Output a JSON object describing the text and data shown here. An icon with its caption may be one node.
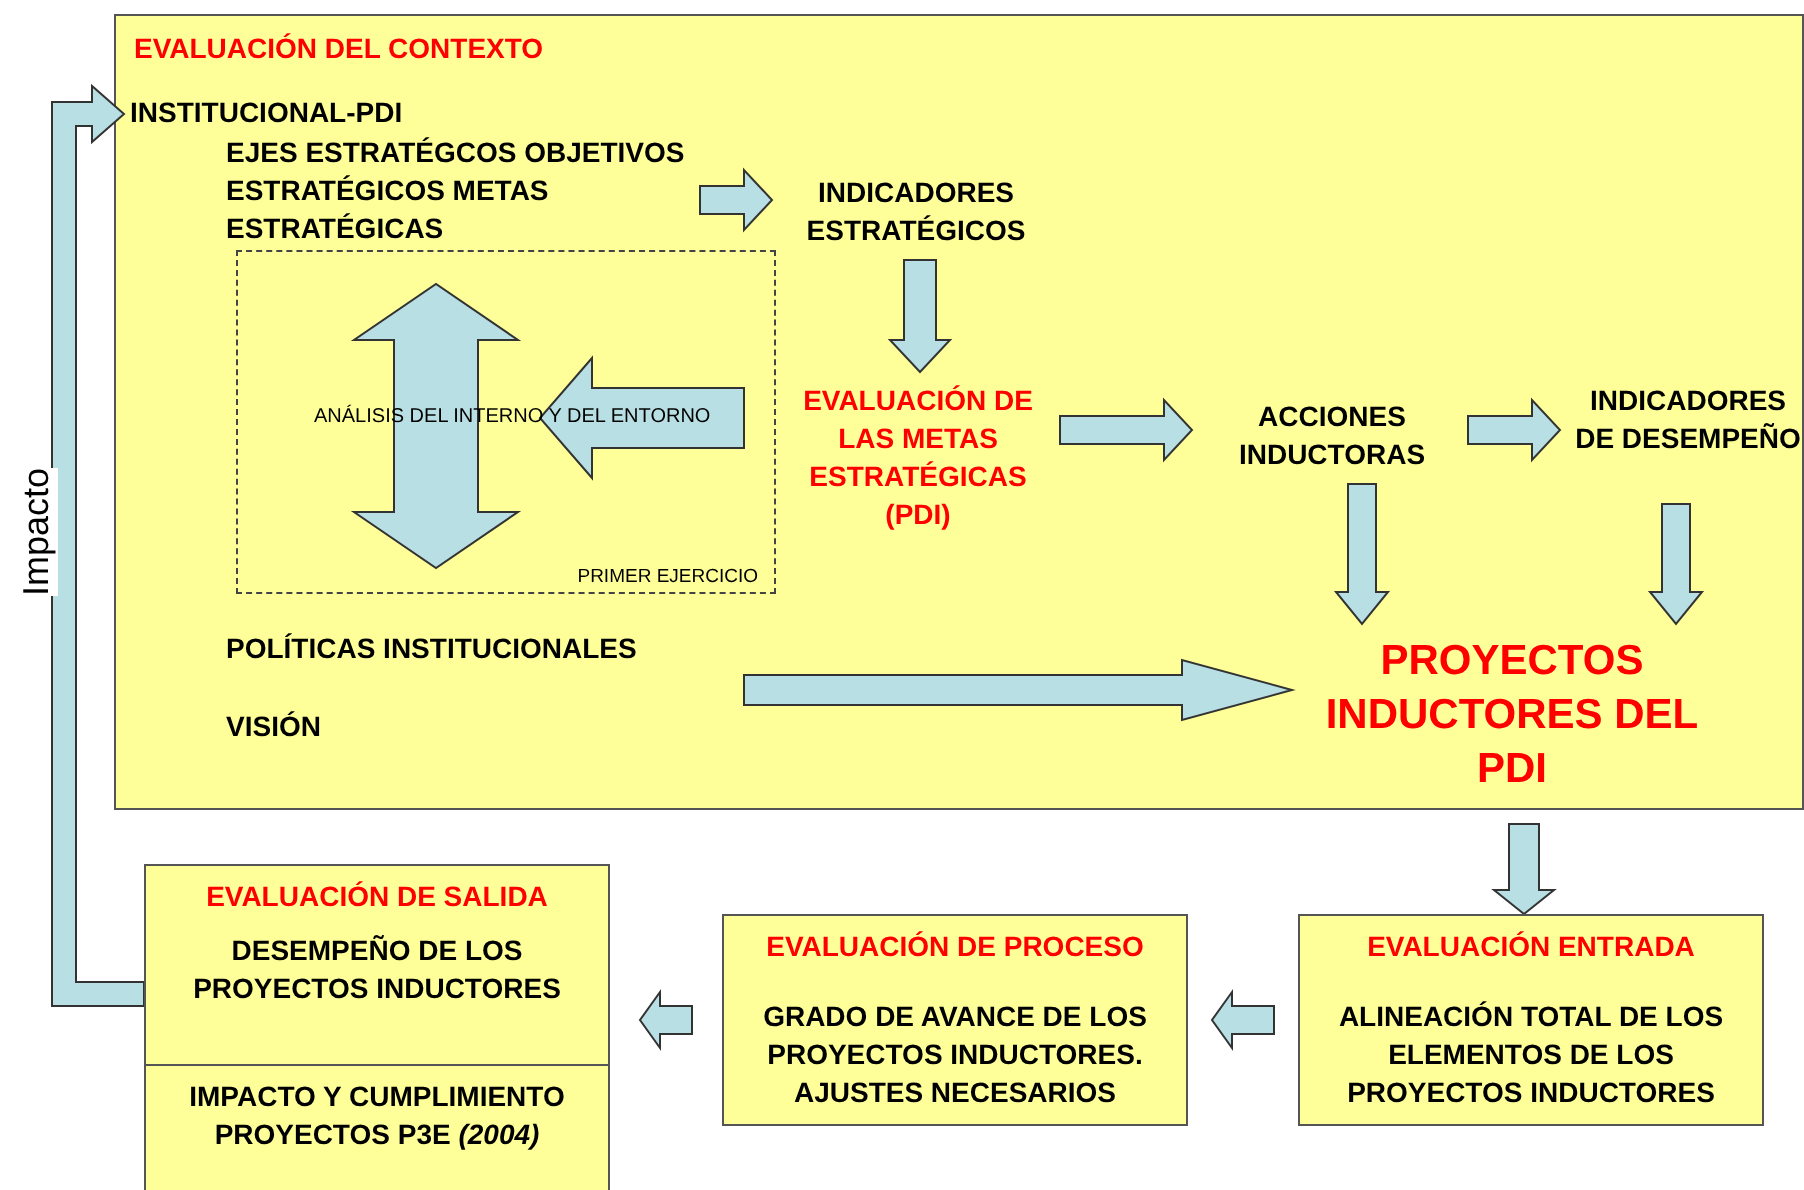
{
  "diagram": {
    "nodes": [
      {
        "text": [
          "EVALUACIÓN DEL CONTEXTO"
        ]
      },
      {
        "text": [
          "INSTITUCIONAL-PDI"
        ],
        "in": 0
      },
      {
        "text": [
          "EJES ESTRATÉGCOS OBJETIVOS ESTRATÉGICOS METAS ESTRATÉGICAS"
        ],
        "in": 0
      },
      {
        "text": [
          "INDICADORES ESTRATÉGICOS"
        ],
        "in": 0
      },
      {
        "text": [
          "ANÁLISIS DEL INTERNO Y DEL ENTORNO",
          "PRIMER EJERCICIO"
        ],
        "in": 0
      },
      {
        "text": [
          "EVALUACIÓN DE LAS METAS ESTRATÉGICAS (PDI)"
        ],
        "in": 0
      },
      {
        "text": [
          "ACCIONES INDUCTORAS"
        ],
        "in": 0
      },
      {
        "text": [
          "INDICADORES DE DESEMPEÑO"
        ],
        "in": 0
      },
      {
        "text": [
          "POLÍTICAS INSTITUCIONALES"
        ],
        "in": 0
      },
      {
        "text": [
          "VISIÓN"
        ],
        "in": 0
      },
      {
        "text": [
          "PROYECTOS INDUCTORES DEL PDI"
        ],
        "in": 0
      },
      {
        "text": [
          "EVALUACIÓN DE SALIDA",
          "DESEMPEÑO DE LOS PROYECTOS INDUCTORES"
        ]
      },
      {
        "text": [
          "IMPACTO Y CUMPLIMIENTO PROYECTOS P3E *(2004)*"
        ]
      },
      {
        "text": [
          "EVALUACIÓN DE PROCESO",
          "GRADO DE AVANCE DE LOS PROYECTOS INDUCTORES. AJUSTES NECESARIOS"
        ]
      },
      {
        "text": [
          "EVALUACIÓN ENTRADA",
          "ALINEACIÓN TOTAL DE LOS ELEMENTOS DE LOS PROYECTOS INDUCTORES"
        ]
      }
    ],
    "edges": [
      {
        "from": 2,
        "to": 3,
        "arrow": "to"
      },
      {
        "from": 3,
        "to": 5,
        "arrow": "to"
      },
      {
        "from": 5,
        "to": 6,
        "arrow": "to"
      },
      {
        "from": 6,
        "to": 7,
        "arrow": "to"
      },
      {
        "from": 6,
        "to": 10,
        "arrow": "to"
      },
      {
        "from": 7,
        "to": 10,
        "arrow": "to"
      },
      {
        "from": null,
        "to": 10,
        "arrow": "to"
      },
      {
        "from": 10,
        "to": 14,
        "arrow": "to"
      },
      {
        "from": 14,
        "to": 13,
        "arrow": "to"
      },
      {
        "from": 13,
        "to": 11,
        "arrow": "to"
      },
      {
        "from": 11,
        "to": 1,
        "arrow": "to",
        "label": "Impacto"
      }
    ]
  }
}
